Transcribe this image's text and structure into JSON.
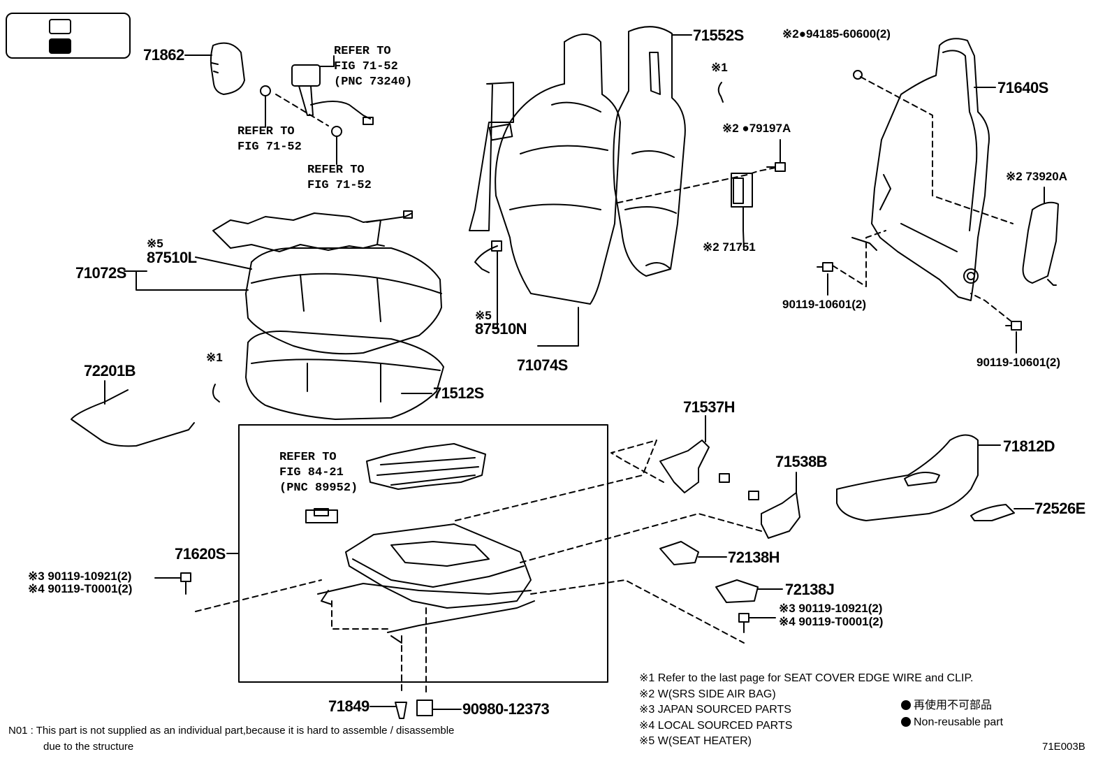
{
  "parts": {
    "p71862": "71862",
    "p71552S": "71552S",
    "p94185": "※2●94185-60600(2)",
    "p71640S": "71640S",
    "p79197A": "※2 ●79197A",
    "p73920A": "※2 73920A",
    "p71751": "※2 71751",
    "p90119_10601_a": "90119-10601(2)",
    "p90119_10601_b": "90119-10601(2)",
    "p87510L_mark": "※5",
    "p87510L": "87510L",
    "p71072S": "71072S",
    "p87510N_mark": "※5",
    "p87510N": "87510N",
    "p71074S": "71074S",
    "p72201B": "72201B",
    "p_x1_a": "※1",
    "p_x1_b": "※1",
    "p71512S": "71512S",
    "p71537H": "71537H",
    "p71538B": "71538B",
    "p71812D": "71812D",
    "p72526E": "72526E",
    "p72138H": "72138H",
    "p72138J": "72138J",
    "p71620S": "71620S",
    "p_left_bolt_1": "※3 90119-10921(2)",
    "p_left_bolt_2": "※4 90119-T0001(2)",
    "p_right_bolt_1": "※3 90119-10921(2)",
    "p_right_bolt_2": "※4 90119-T0001(2)",
    "p71849": "71849",
    "p90980": "90980-12373"
  },
  "references": {
    "ref_73240": "REFER TO\nFIG 71-52\n(PNC 73240)",
    "ref_71_52_a": "REFER TO\nFIG 71-52",
    "ref_71_52_b": "REFER TO\nFIG 71-52",
    "ref_89952": "REFER TO\nFIG 84-21\n(PNC 89952)"
  },
  "notes": {
    "n1": "※1  Refer to the last page for SEAT COVER EDGE WIRE and CLIP.",
    "n2": "※2  W(SRS SIDE AIR BAG)",
    "n3": "※3  JAPAN SOURCED PARTS",
    "n4": "※4  LOCAL SOURCED PARTS",
    "n5": "※5  W(SEAT HEATER)",
    "legend_jp": "再使用不可部品",
    "legend_en": "Non-reusable part",
    "footnote_1": "N01 : This part is not supplied as an individual part,because it is hard to assemble / disassemble",
    "footnote_2": "due to the structure",
    "figure_code": "71E003B"
  }
}
